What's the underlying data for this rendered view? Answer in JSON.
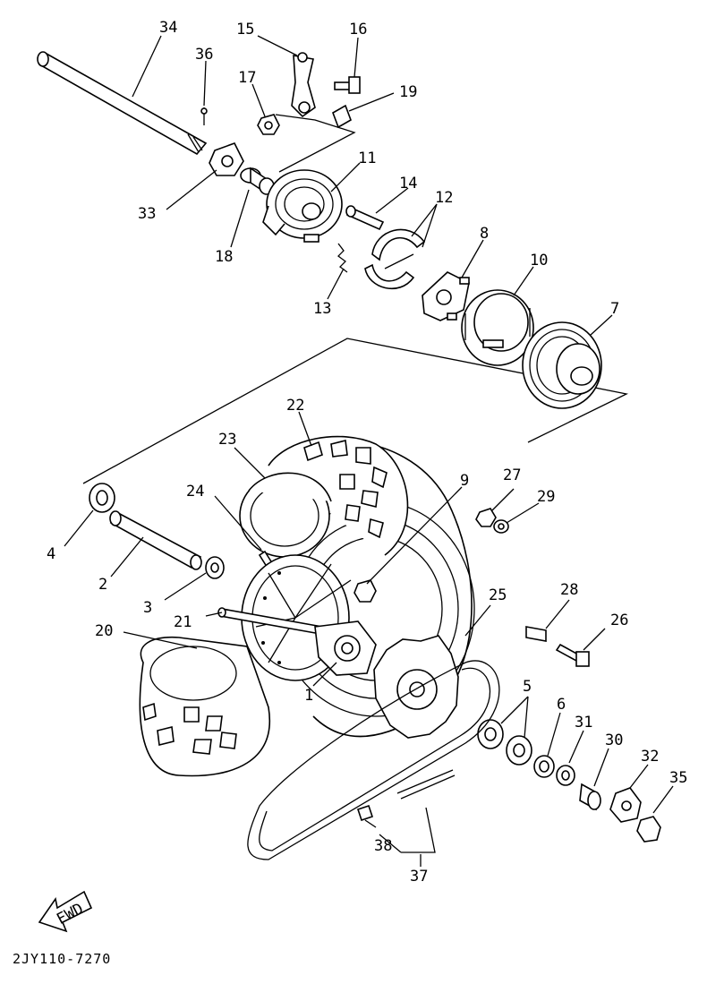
{
  "diagram": {
    "drawing_code": "2JY110-7270",
    "fwd_label": "FWD",
    "callouts": [
      "34",
      "36",
      "15",
      "16",
      "17",
      "19",
      "33",
      "18",
      "11",
      "14",
      "12",
      "13",
      "8",
      "10",
      "7",
      "22",
      "23",
      "24",
      "9",
      "27",
      "29",
      "4",
      "2",
      "3",
      "21",
      "20",
      "1",
      "25",
      "28",
      "26",
      "5",
      "6",
      "31",
      "30",
      "32",
      "35",
      "38",
      "37"
    ]
  }
}
